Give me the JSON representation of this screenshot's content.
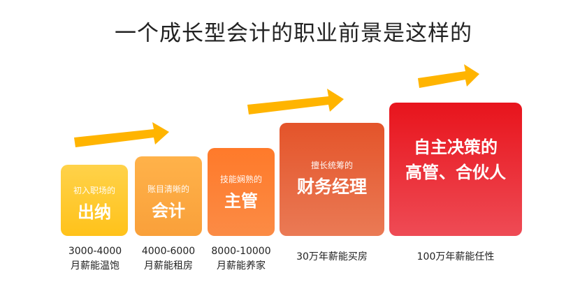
{
  "title": "一个成长型会计的职业前景是这样的",
  "stages": [
    {
      "subtitle": "初入职场的",
      "title": "出纳",
      "caption_line1": "3000-4000",
      "caption_line2": "月薪能温饱"
    },
    {
      "subtitle": "账目清晰的",
      "title": "会计",
      "caption_line1": "4000-6000",
      "caption_line2": "月薪能租房"
    },
    {
      "subtitle": "技能娴熟的",
      "title": "主管",
      "caption_line1": "8000-10000",
      "caption_line2": "月薪能养家"
    },
    {
      "subtitle": "擅长统筹的",
      "title": "财务经理",
      "caption_line1": "30万年薪能买房"
    },
    {
      "title_line1": "自主决策的",
      "title_line2": "高管、合伙人",
      "caption_line1": "100万年薪能任性"
    }
  ],
  "colors": {
    "arrow": "#ffb400",
    "title_text": "#222222",
    "stage1": "#ffc21a",
    "stage2": "#f9a03a",
    "stage3": "#fb7a32",
    "stage4": "#e4542a",
    "stage5": "#e8141c"
  },
  "icons": [
    "arrow-icon"
  ]
}
